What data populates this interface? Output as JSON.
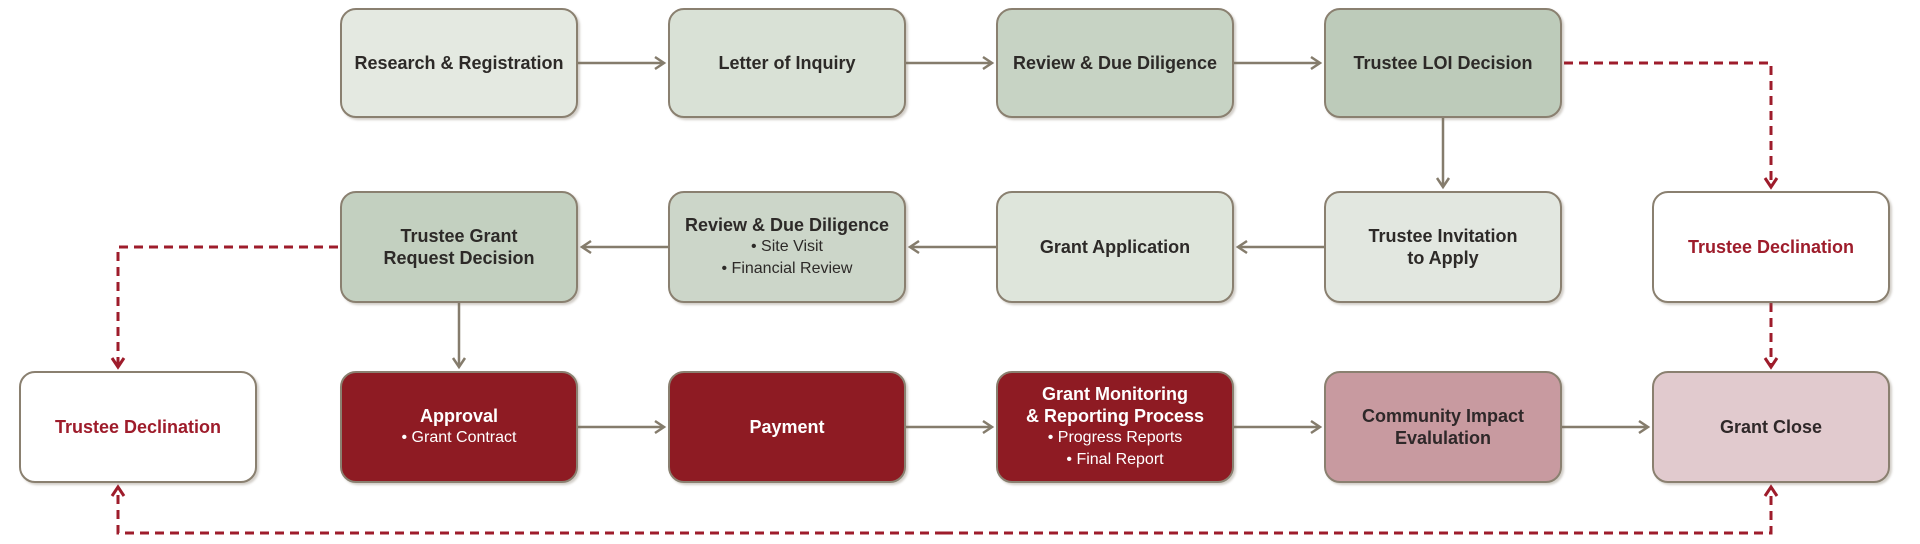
{
  "palette": {
    "background": "#ffffff",
    "node_border": "#8a8070",
    "solid_arrow": "#857c6c",
    "dashed_arrow_red": "#9e1c2b",
    "dark_red_fill": "#8e1b23",
    "rose_fill": "#c89aa0",
    "pink_fill": "#e1cace",
    "declination_text_red": "#9e1c2b"
  },
  "nodes": {
    "research_registration": {
      "label": "Research & Registration",
      "fill": "#e4e9e1",
      "text_color": "#2d2a28"
    },
    "letter_of_inquiry": {
      "label": "Letter of Inquiry",
      "fill": "#d9e1d6",
      "text_color": "#2d2a28"
    },
    "review_due_diligence_loi": {
      "label": "Review & Due Diligence",
      "fill": "#c7d3c4",
      "text_color": "#2d2a28"
    },
    "trustee_loi_decision": {
      "label": "Trustee LOI Decision",
      "fill": "#bdcbba",
      "text_color": "#2d2a28"
    },
    "trustee_invitation": {
      "line1": "Trustee Invitation",
      "line2": "to Apply",
      "fill": "#e2e7e0",
      "text_color": "#2d2a28"
    },
    "grant_application": {
      "label": "Grant Application",
      "fill": "#dee5db",
      "text_color": "#2d2a28"
    },
    "review_due_diligence_grant": {
      "title": "Review & Due Diligence",
      "bullet1": "• Site Visit",
      "bullet2": "• Financial Review",
      "fill": "#ccd6c9",
      "text_color": "#2d2a28"
    },
    "trustee_grant_request_decision": {
      "line1": "Trustee Grant",
      "line2": "Request Decision",
      "fill": "#c3d0c0",
      "text_color": "#2d2a28"
    },
    "trustee_declination_right": {
      "label": "Trustee Declination",
      "fill": "#ffffff",
      "text_color": "#9e1c2b"
    },
    "trustee_declination_left": {
      "label": "Trustee Declination",
      "fill": "#ffffff",
      "text_color": "#9e1c2b"
    },
    "approval": {
      "title": "Approval",
      "bullet1": "• Grant Contract",
      "fill": "#8e1b23",
      "text_color": "#ffffff"
    },
    "payment": {
      "label": "Payment",
      "fill": "#8e1b23",
      "text_color": "#ffffff"
    },
    "grant_monitoring": {
      "line1": "Grant Monitoring",
      "line2": "& Reporting Process",
      "bullet1": "• Progress Reports",
      "bullet2": "• Final Report",
      "fill": "#8e1b23",
      "text_color": "#ffffff"
    },
    "community_impact": {
      "line1": "Community Impact",
      "line2": "Evalulation",
      "fill": "#c89aa0",
      "text_color": "#2f2829"
    },
    "grant_close": {
      "label": "Grant Close",
      "fill": "#e1cace",
      "text_color": "#2f2829"
    }
  },
  "edges": [
    {
      "from": "research_registration",
      "to": "letter_of_inquiry",
      "type": "solid"
    },
    {
      "from": "letter_of_inquiry",
      "to": "review_due_diligence_loi",
      "type": "solid"
    },
    {
      "from": "review_due_diligence_loi",
      "to": "trustee_loi_decision",
      "type": "solid"
    },
    {
      "from": "trustee_loi_decision",
      "to": "trustee_invitation",
      "type": "solid"
    },
    {
      "from": "trustee_invitation",
      "to": "grant_application",
      "type": "solid"
    },
    {
      "from": "grant_application",
      "to": "review_due_diligence_grant",
      "type": "solid"
    },
    {
      "from": "review_due_diligence_grant",
      "to": "trustee_grant_request_decision",
      "type": "solid"
    },
    {
      "from": "trustee_grant_request_decision",
      "to": "approval",
      "type": "solid"
    },
    {
      "from": "approval",
      "to": "payment",
      "type": "solid"
    },
    {
      "from": "payment",
      "to": "grant_monitoring",
      "type": "solid"
    },
    {
      "from": "grant_monitoring",
      "to": "community_impact",
      "type": "solid"
    },
    {
      "from": "community_impact",
      "to": "grant_close",
      "type": "solid"
    },
    {
      "from": "trustee_loi_decision",
      "to": "trustee_declination_right",
      "type": "dashed"
    },
    {
      "from": "trustee_declination_right",
      "to": "grant_close",
      "type": "dashed"
    },
    {
      "from": "trustee_grant_request_decision",
      "to": "trustee_declination_left",
      "type": "dashed"
    },
    {
      "from": "trustee_declination_left",
      "to": "grant_close",
      "type": "dashed",
      "bidirectional": true
    }
  ]
}
